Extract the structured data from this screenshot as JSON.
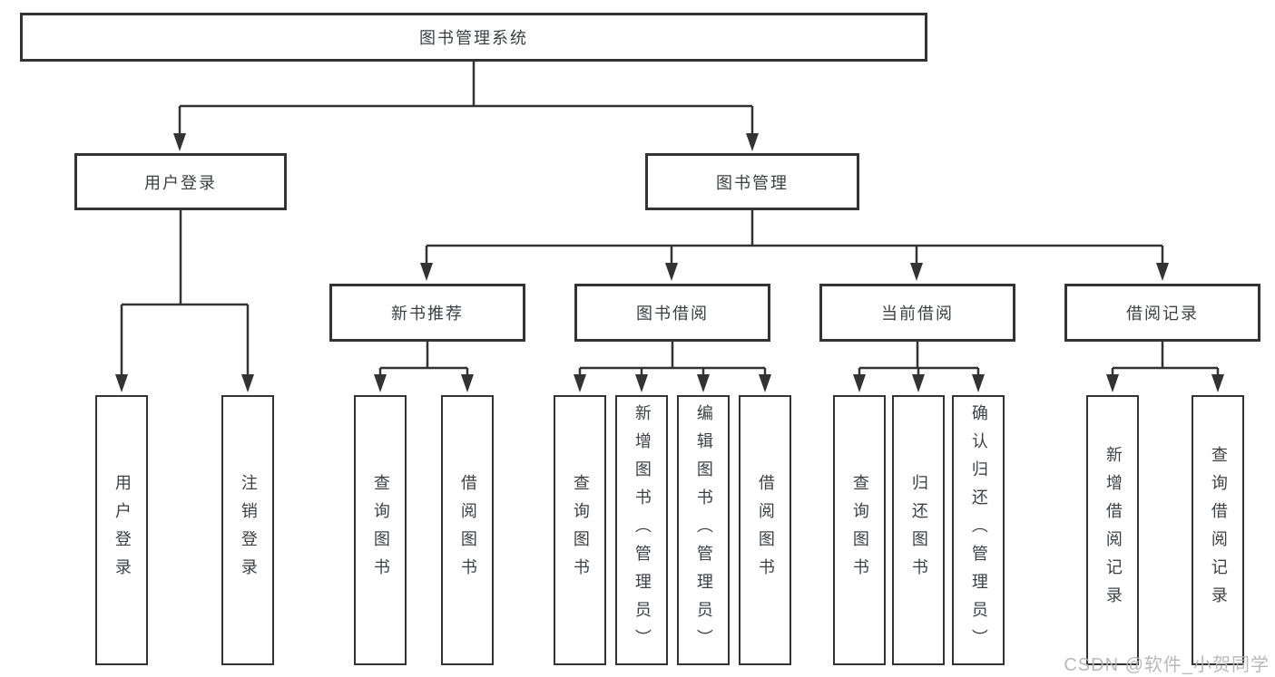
{
  "diagram": {
    "colors": {
      "line": "#333333",
      "node_border": "#333333",
      "node_background": "#ffffff",
      "text": "#3d4043",
      "watermark": "#b4b4b4"
    },
    "tree": {
      "root": {
        "label": "图书管理系统"
      },
      "branches": [
        {
          "label": "用户登录",
          "children": [
            "用户登录",
            "注销登录"
          ]
        },
        {
          "label": "图书管理",
          "groups": [
            {
              "label": "新书推荐",
              "children": [
                "查询图书",
                "借阅图书"
              ]
            },
            {
              "label": "图书借阅",
              "children": [
                "查询图书",
                "新增图书（管理员）",
                "编辑图书（管理员）",
                "借阅图书"
              ]
            },
            {
              "label": "当前借阅",
              "children": [
                "查询图书",
                "归还图书",
                "确认归还（管理员）"
              ]
            },
            {
              "label": "借阅记录",
              "children": [
                "新增借阅记录",
                "查询借阅记录"
              ]
            }
          ]
        }
      ]
    },
    "watermark": "CSDN @软件_小贺同学"
  }
}
